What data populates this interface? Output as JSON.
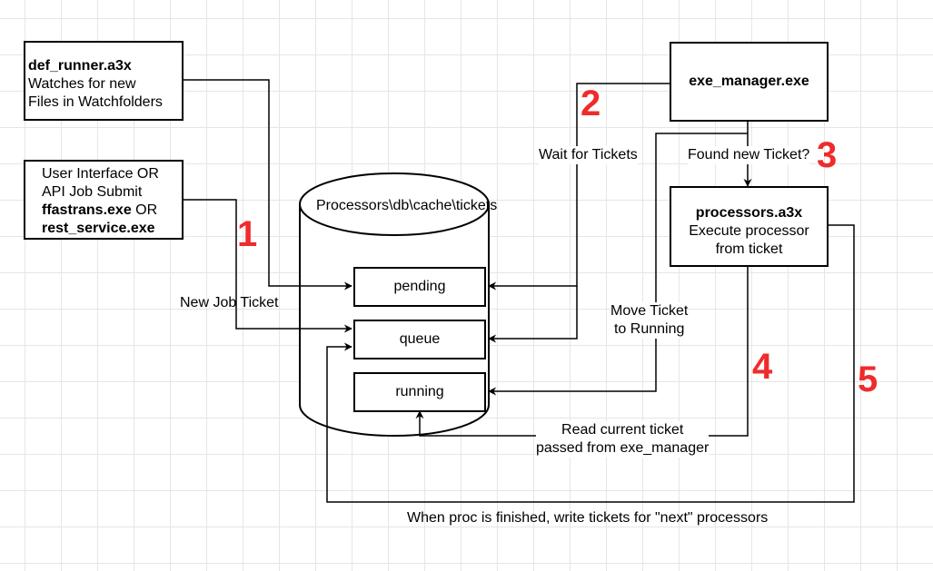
{
  "colors": {
    "step_number": "#ef2b2b",
    "line": "#000000",
    "grid": "#e6e6e6"
  },
  "nodes": {
    "def_runner": {
      "title": "def_runner.a3x",
      "line1": "Watches for new",
      "line2": "Files in Watchfolders"
    },
    "submit": {
      "line1": "User Interface OR",
      "line2": "API Job Submit",
      "line3_bold": "ffastrans.exe",
      "line3_rest": " OR",
      "line4": "rest_service.exe"
    },
    "exe_manager": {
      "title": "exe_manager.exe"
    },
    "processors": {
      "title": "processors.a3x",
      "line1": "Execute processor",
      "line2": "from ticket"
    }
  },
  "database": {
    "title": "Processors\\db\\cache\\tickets",
    "folders": {
      "pending": "pending",
      "queue": "queue",
      "running": "running"
    }
  },
  "edge_labels": {
    "new_job_ticket": "New Job Ticket",
    "wait_for_tickets": "Wait for Tickets",
    "found_new_ticket": "Found new Ticket?",
    "move_ticket_1": "Move Ticket",
    "move_ticket_2": "to Running",
    "read_ticket_1": "Read current ticket",
    "read_ticket_2": "passed from exe_manager",
    "when_finished": "When proc is finished, write tickets for \"next\" processors"
  },
  "steps": {
    "s1": "1",
    "s2": "2",
    "s3": "3",
    "s4": "4",
    "s5": "5"
  }
}
